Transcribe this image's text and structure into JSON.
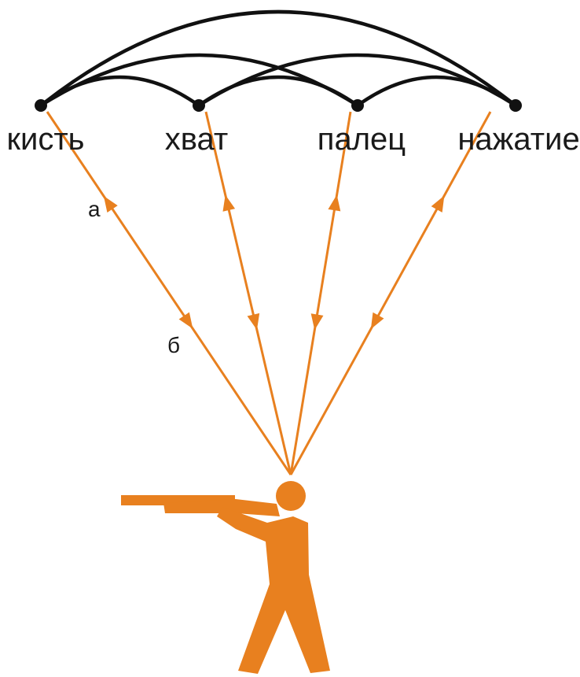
{
  "nodes": [
    {
      "label": "кисть"
    },
    {
      "label": "хват"
    },
    {
      "label": "палец"
    },
    {
      "label": "нажатие"
    }
  ],
  "arrow_labels": {
    "up": "а",
    "down": "б"
  },
  "colors": {
    "accent": "#E8801F",
    "line": "#111111",
    "text": "#1a1a1a",
    "background": "#ffffff"
  },
  "figure": {
    "icon": "shooter-icon"
  }
}
